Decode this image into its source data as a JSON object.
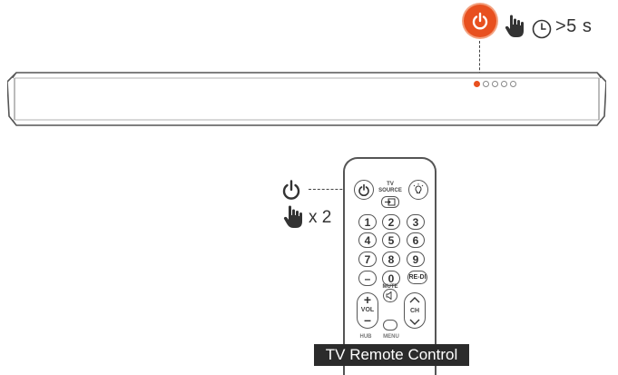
{
  "soundbar_power": {
    "icon": "power-icon",
    "hold_icon": "hand-press-icon",
    "timer_icon": "clock-icon",
    "duration_label": ">5 s",
    "accent_color": "#e8501f"
  },
  "remote_power": {
    "icon": "power-icon",
    "press_icon": "hand-press-icon",
    "press_count_label": "x 2"
  },
  "remote": {
    "source_label_line1": "TV",
    "source_label_line2": "SOURCE",
    "keys": [
      "1",
      "2",
      "3",
      "4",
      "5",
      "6",
      "7",
      "8",
      "9",
      "0"
    ],
    "minus_key": "–",
    "re_key": "RE-DI",
    "mute_label": "MUTE",
    "vol_label": "VOL",
    "vol_plus": "+",
    "vol_minus": "–",
    "ch_label": "CH",
    "bottom_left_label": "HUB",
    "bottom_mid_label": "MENU"
  },
  "caption": "TV Remote Control"
}
